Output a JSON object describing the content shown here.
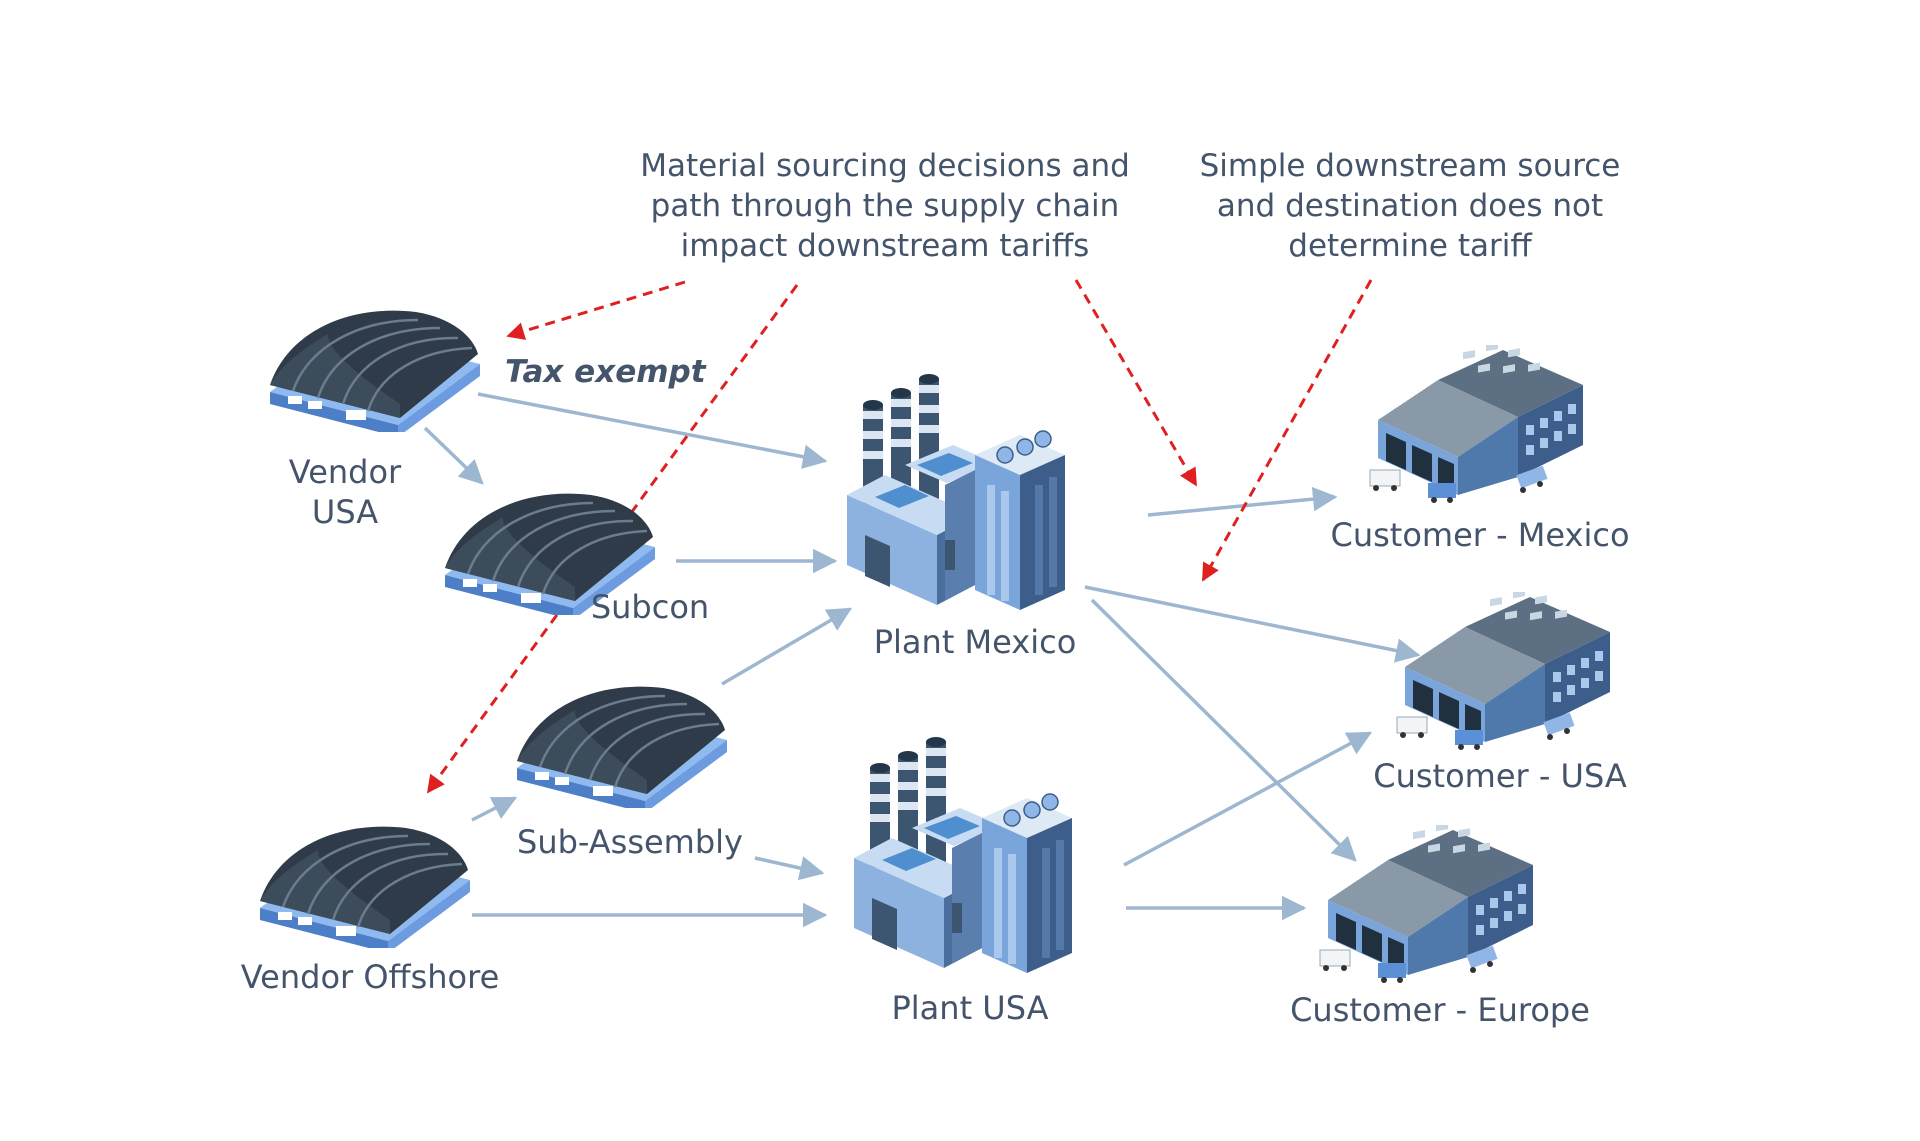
{
  "annotations": {
    "sourcing": "Material sourcing decisions and path through the supply chain impact downstream tariffs",
    "downstream": "Simple downstream source and destination does not determine tariff",
    "tax_exempt": "Tax exempt"
  },
  "nodes": {
    "vendor_usa_line1": "Vendor",
    "vendor_usa_line2": "USA",
    "subcon": "Subcon",
    "sub_assembly": "Sub-Assembly",
    "vendor_offshore": "Vendor Offshore",
    "plant_mexico": "Plant Mexico",
    "plant_usa": "Plant USA",
    "customer_mexico": "Customer - Mexico",
    "customer_usa": "Customer - USA",
    "customer_europe": "Customer - Europe"
  },
  "icons": {
    "warehouse": "warehouse-icon",
    "factory": "factory-icon",
    "distribution_center": "distribution-center-icon"
  },
  "colors": {
    "flow_arrow": "#9db7d1",
    "annotation_arrow": "#e02020",
    "text": "#44546a",
    "roof_dark": "#3b4a58",
    "wall_blue": "#5b8fd6"
  }
}
